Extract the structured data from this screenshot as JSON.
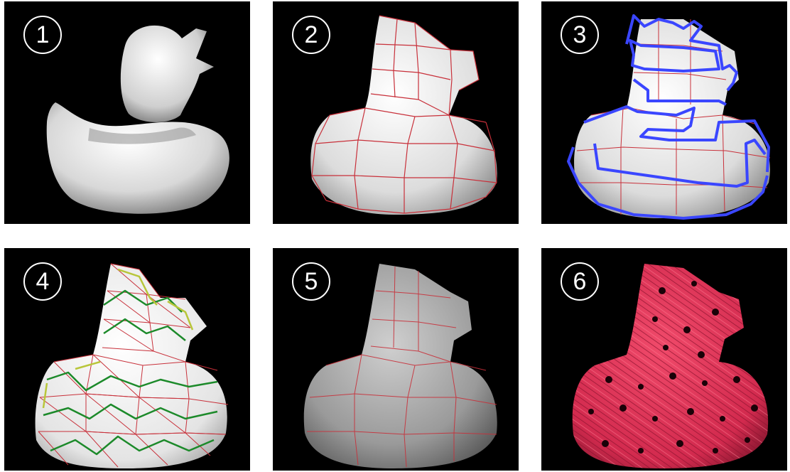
{
  "figure": {
    "panels": [
      {
        "number": "1",
        "content": "smooth-duck-render"
      },
      {
        "number": "2",
        "content": "quad-mesh-duck"
      },
      {
        "number": "3",
        "content": "duck-with-blue-loops"
      },
      {
        "number": "4",
        "content": "triangulated-duck-with-green-paths"
      },
      {
        "number": "5",
        "content": "shaded-quad-duck"
      },
      {
        "number": "6",
        "content": "red-fur-textured-duck"
      }
    ],
    "colors": {
      "background": "#000000",
      "mesh_edges": "#c8303a",
      "loops": "#3a46ff",
      "paths": "#1c8a2a",
      "paths_light": "#b8c63a",
      "fur": "#d22a4e"
    }
  }
}
